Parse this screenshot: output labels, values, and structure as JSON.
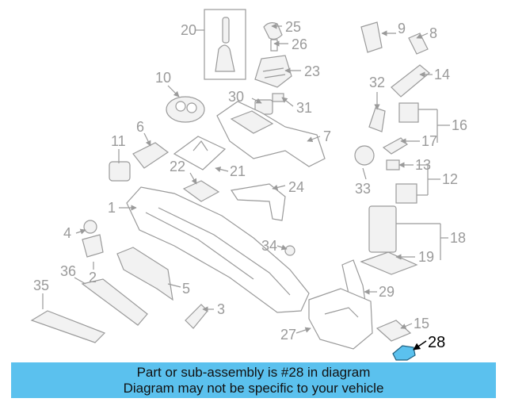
{
  "diagram": {
    "callouts": [
      "1",
      "2",
      "3",
      "4",
      "5",
      "6",
      "7",
      "8",
      "9",
      "10",
      "11",
      "12",
      "13",
      "14",
      "15",
      "16",
      "17",
      "18",
      "19",
      "20",
      "21",
      "22",
      "23",
      "24",
      "25",
      "26",
      "27",
      "28",
      "29",
      "30",
      "31",
      "32",
      "33",
      "34",
      "35",
      "36"
    ],
    "highlighted_callout": "28",
    "highlight_color": "#5bc1ee",
    "line_color": "#9a9a9a"
  },
  "banner": {
    "line1": "Part or sub-assembly is #28 in diagram",
    "line2": "Diagram may not be specific to your vehicle",
    "background": "#5bc1ee"
  }
}
